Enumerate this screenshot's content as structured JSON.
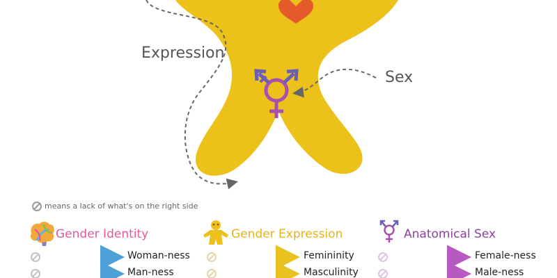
{
  "labels": {
    "expression": "Expression",
    "sex": "Sex"
  },
  "note": "means a lack of what's on the right side",
  "legend": [
    {
      "title": "Gender Identity",
      "title_color": "#e05a9a",
      "arrow_color": "#4f9fd8",
      "items": [
        "Woman-ness",
        "Man-ness"
      ]
    },
    {
      "title": "Gender Expression",
      "title_color": "#e8b416",
      "arrow_color": "#e8c21e",
      "items": [
        "Femininity",
        "Masculinity"
      ]
    },
    {
      "title": "Anatomical Sex",
      "title_color": "#8e3f9e",
      "arrow_color": "#b659c0",
      "items": [
        "Female-ness",
        "Male-ness"
      ]
    }
  ],
  "colors": {
    "body": "#ecc11a",
    "heart": "#e45a2a",
    "sex_symbol_blue": "#6a5fb5",
    "sex_symbol_purple": "#a84fb0",
    "dashed_path": "#666666",
    "null_symbol": "#c2c2c2"
  },
  "icons": [
    "brain-icon",
    "gingerbread-icon",
    "transgender-symbol-icon",
    "heart-icon",
    "null-icon"
  ]
}
